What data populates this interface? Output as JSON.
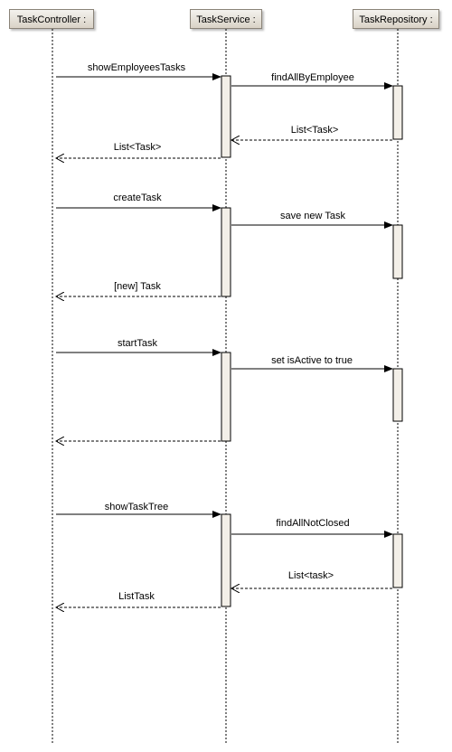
{
  "lifelines": [
    {
      "name": "TaskController :"
    },
    {
      "name": "TaskService :"
    },
    {
      "name": "TaskRepository :"
    }
  ],
  "messages": [
    {
      "label": "showEmployeesTasks",
      "from": 0,
      "to": 1,
      "kind": "call"
    },
    {
      "label": "findAllByEmployee",
      "from": 1,
      "to": 2,
      "kind": "call"
    },
    {
      "label": "List<Task>",
      "from": 2,
      "to": 1,
      "kind": "return"
    },
    {
      "label": "List<Task>",
      "from": 1,
      "to": 0,
      "kind": "return"
    },
    {
      "label": "createTask",
      "from": 0,
      "to": 1,
      "kind": "call"
    },
    {
      "label": "save new Task",
      "from": 1,
      "to": 2,
      "kind": "call"
    },
    {
      "label": "[new] Task",
      "from": 1,
      "to": 0,
      "kind": "return"
    },
    {
      "label": "startTask",
      "from": 0,
      "to": 1,
      "kind": "call"
    },
    {
      "label": "set isActive to true",
      "from": 1,
      "to": 2,
      "kind": "call"
    },
    {
      "label": "",
      "from": 1,
      "to": 0,
      "kind": "return"
    },
    {
      "label": "showTaskTree",
      "from": 0,
      "to": 1,
      "kind": "call"
    },
    {
      "label": "findAllNotClosed",
      "from": 1,
      "to": 2,
      "kind": "call"
    },
    {
      "label": "List<task>",
      "from": 2,
      "to": 1,
      "kind": "return"
    },
    {
      "label": "ListTask",
      "from": 1,
      "to": 0,
      "kind": "return"
    }
  ],
  "colors": {
    "header_fill_top": "#f4f2ee",
    "header_fill_bottom": "#d9d2c6",
    "header_border": "#8a8378",
    "activation_fill": "#f3efe8",
    "line": "#000000"
  }
}
